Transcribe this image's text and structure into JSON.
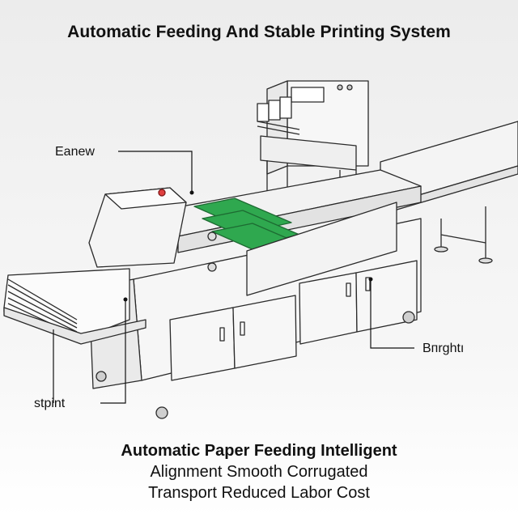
{
  "title": "Automatic Feeding And Stable Printing System",
  "callouts": {
    "top_left": "Eanew",
    "bottom_right": "Bпrghtı",
    "bottom_left": "stpint"
  },
  "caption": {
    "line1": "Automatic Paper Feeding Intelligent",
    "line2": "Alignment Smooth Corrugated",
    "line3": "Transport Reduced Labor Cost"
  },
  "colors": {
    "belt_green": "#2fa84f",
    "outline": "#2a2a2a",
    "panel": "#f6f6f6"
  }
}
